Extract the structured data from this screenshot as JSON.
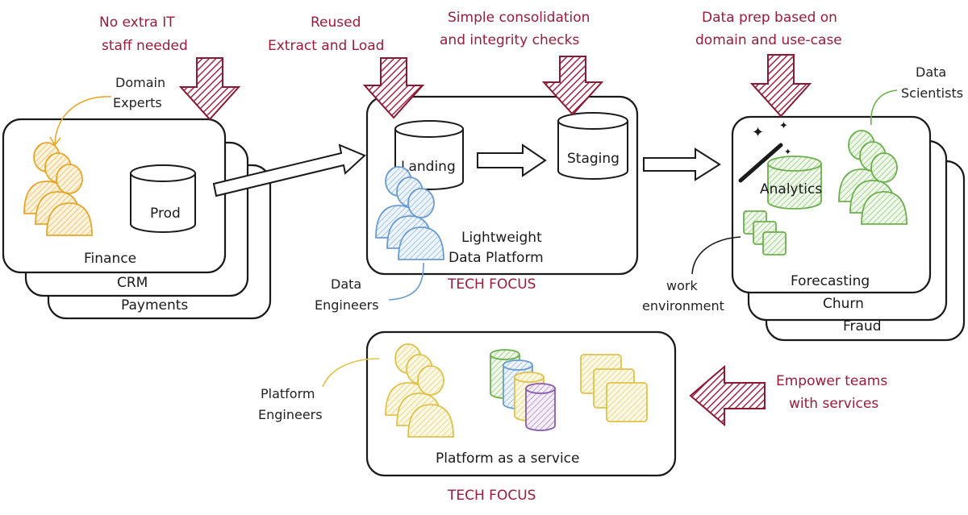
{
  "annotations": {
    "no_extra_it": [
      "No extra IT",
      "staff needed"
    ],
    "reused": [
      "Reused",
      "Extract and Load"
    ],
    "simple_consolidation": [
      "Simple consolidation",
      "and integrity checks"
    ],
    "data_prep": [
      "Data prep based on",
      "domain and use-case"
    ],
    "empower": [
      "Empower teams",
      "with services"
    ]
  },
  "sources": {
    "stack": [
      "Finance",
      "CRM",
      "Payments"
    ],
    "database": "Prod",
    "people_label": [
      "Domain",
      "Experts"
    ]
  },
  "platform": {
    "landing": "Landing",
    "staging": "Staging",
    "title": [
      "Lightweight",
      "Data Platform"
    ],
    "people_label": [
      "Data",
      "Engineers"
    ],
    "focus": "TECH FOCUS"
  },
  "analytics": {
    "stack": [
      "Forecasting",
      "Churn",
      "Fraud"
    ],
    "database": "Analytics",
    "people_label": [
      "Data",
      "Scientists"
    ],
    "work_env": [
      "work",
      "environment"
    ]
  },
  "paas": {
    "title": "Platform as a service",
    "people_label": [
      "Platform",
      "Engineers"
    ],
    "focus": "TECH FOCUS"
  },
  "colors": {
    "accent_red": "#9b1b3a",
    "domain_experts": "#e8a628",
    "data_engineers": "#6a9bd1",
    "data_scientists": "#6bb04c",
    "platform_engineers": "#e0c24a",
    "purple": "#8a5bb0"
  }
}
